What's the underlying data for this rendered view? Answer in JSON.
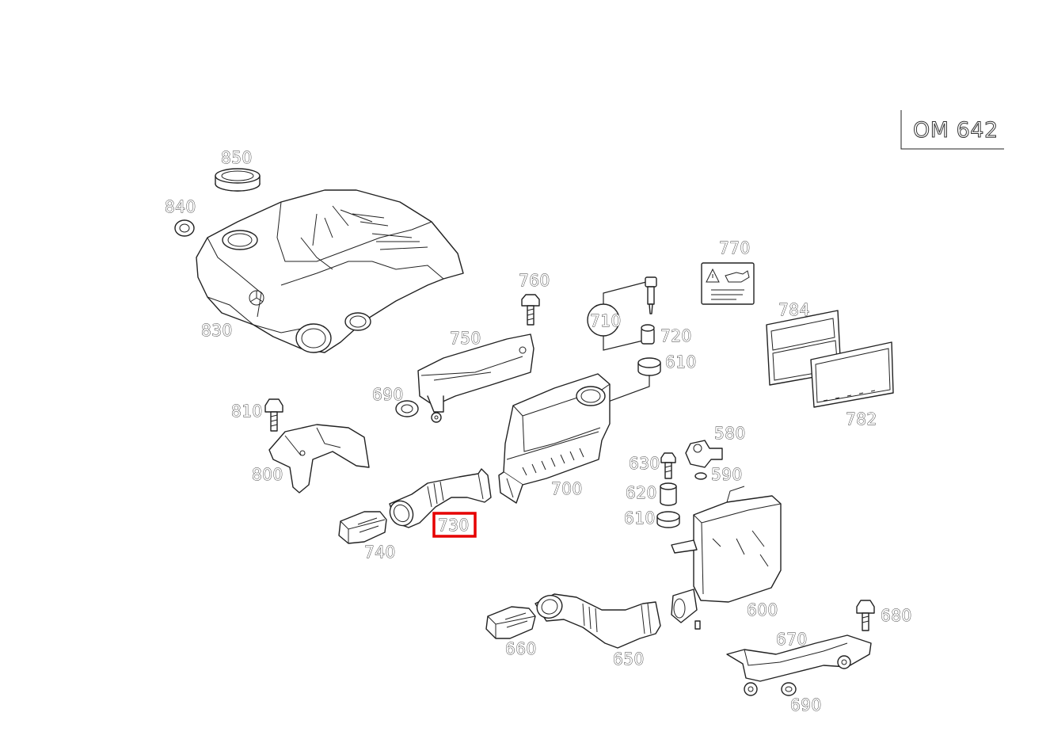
{
  "engine_code": "OM 642",
  "highlighted_part": "730",
  "parts": {
    "p850": "850",
    "p840": "840",
    "p830": "830",
    "p760": "760",
    "p770": "770",
    "p710": "710",
    "p720": "720",
    "p610a": "610",
    "p784": "784",
    "p782": "782",
    "p750": "750",
    "p690a": "690",
    "p810": "810",
    "p800": "800",
    "p700": "700",
    "p730": "730",
    "p740": "740",
    "p580": "580",
    "p630": "630",
    "p590": "590",
    "p620": "620",
    "p610b": "610",
    "p600": "600",
    "p680": "680",
    "p670": "670",
    "p660": "660",
    "p650": "650",
    "p690b": "690"
  },
  "colors": {
    "highlight": "#e60000",
    "line": "#222222",
    "background": "#ffffff"
  }
}
